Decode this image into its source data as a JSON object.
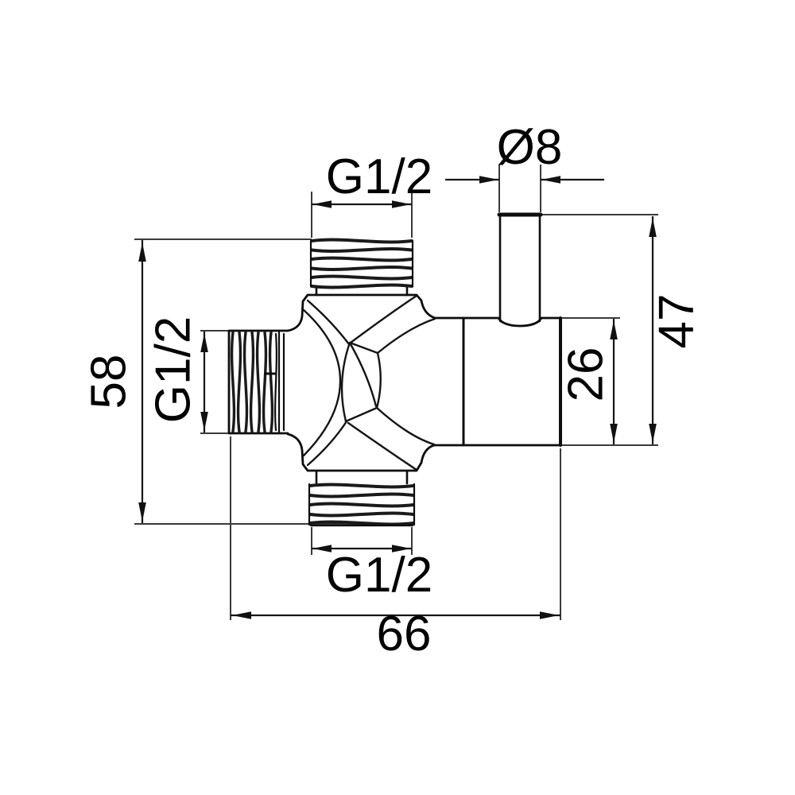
{
  "drawing": {
    "kind": "technical-dimension-drawing",
    "subject": "3-way shower diverter valve, side elevation with thread and size callouts",
    "units": "mm",
    "background": "#ffffff",
    "line_color": "#1a1a1a",
    "labels": {
      "top_thread": "G1/2",
      "stem_diameter": "Ø8",
      "left_thread": "G1/2",
      "overall_height": "58",
      "stem_height": "47",
      "body_height": "26",
      "bottom_thread": "G1/2",
      "overall_width": "66"
    }
  }
}
